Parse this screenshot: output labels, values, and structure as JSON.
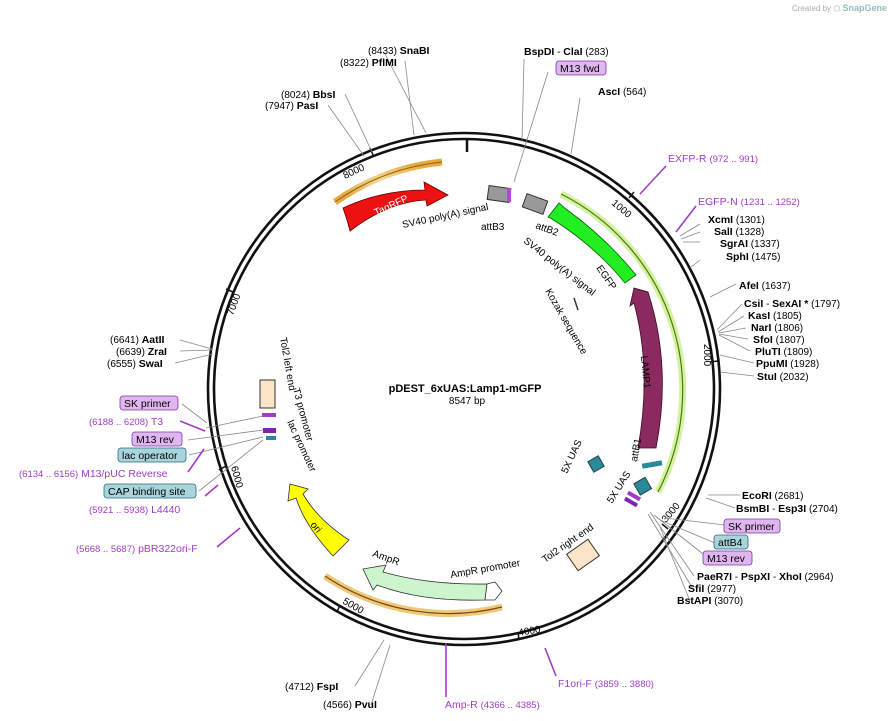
{
  "credit": {
    "created_by": "Created by",
    "brand": "SnapGene"
  },
  "plasmid": {
    "name": "pDEST_6xUAS:Lamp1-mGFP",
    "length": "8547 bp"
  },
  "ticks": [
    "1000",
    "2000",
    "3000",
    "4000",
    "5000",
    "6000",
    "7000",
    "8000"
  ],
  "sites_right": [
    {
      "name": "BspDI",
      "name2": "ClaI",
      "pos": "(283)"
    },
    {
      "name": "AscI",
      "pos": "(564)"
    },
    {
      "name": "XcmI",
      "pos": "(1301)"
    },
    {
      "name": "SalI",
      "pos": "(1328)"
    },
    {
      "name": "SgrAI",
      "pos": "(1337)"
    },
    {
      "name": "SphI",
      "pos": "(1475)"
    },
    {
      "name": "AfeI",
      "pos": "(1637)"
    },
    {
      "name": "CsiI",
      "name2": "SexAI *",
      "pos": "(1797)"
    },
    {
      "name": "KasI",
      "pos": "(1805)"
    },
    {
      "name": "NarI",
      "pos": "(1806)"
    },
    {
      "name": "SfoI",
      "pos": "(1807)"
    },
    {
      "name": "PluTI",
      "pos": "(1809)"
    },
    {
      "name": "PpuMI",
      "pos": "(1928)"
    },
    {
      "name": "StuI",
      "pos": "(2032)"
    },
    {
      "name": "EcoRI",
      "pos": "(2681)"
    },
    {
      "name": "BsmBI",
      "name2": "Esp3I",
      "pos": "(2704)"
    },
    {
      "name": "PaeR7I",
      "name2": "PspXI",
      "name3": "XhoI",
      "pos": "(2964)"
    },
    {
      "name": "SfiI",
      "pos": "(2977)"
    },
    {
      "name": "BstAPI",
      "pos": "(3070)"
    }
  ],
  "sites_left": [
    {
      "name": "SnaBI",
      "pos": "(8433)"
    },
    {
      "name": "PflMI",
      "pos": "(8322)"
    },
    {
      "name": "BbsI",
      "pos": "(8024)"
    },
    {
      "name": "PasI",
      "pos": "(7947)"
    },
    {
      "name": "AatII",
      "pos": "(6641)"
    },
    {
      "name": "ZraI",
      "pos": "(6639)"
    },
    {
      "name": "SwaI",
      "pos": "(6555)"
    },
    {
      "name": "FspI",
      "pos": "(4712)"
    },
    {
      "name": "PvuI",
      "pos": "(4566)"
    }
  ],
  "primers": [
    {
      "name": "EXFP-R",
      "range": "(972 .. 991)"
    },
    {
      "name": "EGFP-N",
      "range": "(1231 .. 1252)"
    },
    {
      "name": "F1ori-F",
      "range": "(3859 .. 3880)"
    },
    {
      "name": "Amp-R",
      "range": "(4366 .. 4385)"
    },
    {
      "name": "pBR322ori-F",
      "range": "(5668 .. 5687)"
    },
    {
      "name": "L4440",
      "range": "(5921 .. 5938)"
    },
    {
      "name": "M13/pUC Reverse",
      "range": "(6134 .. 6156)"
    },
    {
      "name": "T3",
      "range": "(6188 .. 6208)"
    }
  ],
  "boxed_labels": {
    "m13fwd": "M13 fwd",
    "sk_primer_r": "SK primer",
    "attb4": "attB4",
    "m13rev_r": "M13 rev",
    "sk_primer_l": "SK primer",
    "m13rev_l": "M13 rev",
    "lac_operator": "lac operator",
    "cap_site": "CAP binding site"
  },
  "features": {
    "tagrfp": "TagRFP",
    "egfp": "EGFP",
    "lamp1": "LAMP1",
    "ori": "ori",
    "ampr": "AmpR",
    "ampr_promoter": "AmpR promoter",
    "sv40_top": "SV40 poly(A) signal",
    "attb3": "attB3",
    "attb2": "attB2",
    "sv40_right": "SV40 poly(A) signal",
    "kozak": "Kozak sequence",
    "attb1": "attB1",
    "uas1": "5X UAS",
    "uas2": "5X UAS",
    "tol2_right": "Tol2 right end",
    "tol2_left": "Tol2 left end",
    "t3_promoter": "T3 promoter",
    "lac_promoter": "lac promoter"
  },
  "colors": {
    "tagrfp": "#ee1111",
    "egfp": "#22ee22",
    "lamp1": "#8b2a5e",
    "ori": "#ffff00",
    "ampr": "#ccf5cc",
    "primer": "#a03cc8",
    "boxed_primer": "#e0b6f0",
    "boxed_blue": "#a8d4dc"
  }
}
